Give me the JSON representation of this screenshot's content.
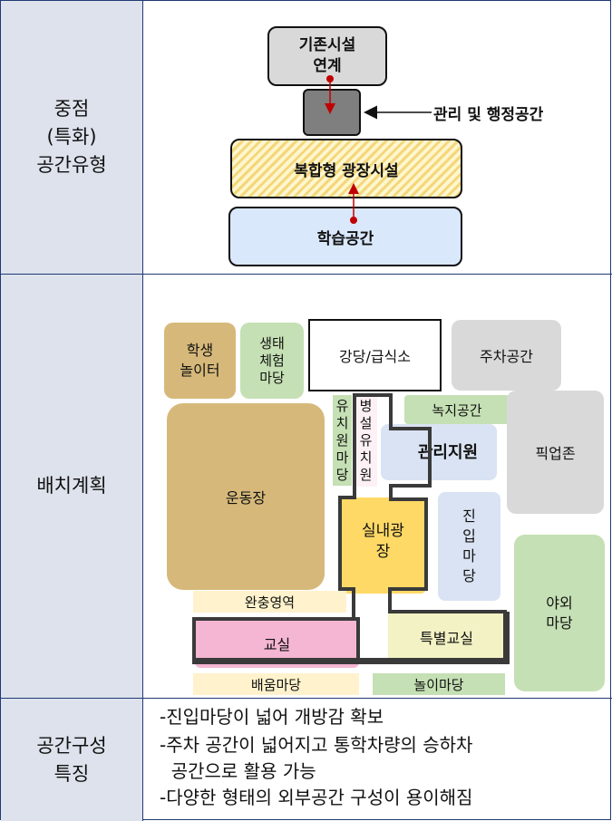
{
  "rows": {
    "type_label": "중점\n(특화)\n공간유형",
    "layout_label": "배치계획",
    "feature_label": "공간구성\n특징"
  },
  "type_diagram": {
    "existing_link": "기존시설\n연계",
    "admin_label": "관리 및 행정공간",
    "plaza": "복합형 광장시설",
    "learning": "학습공간"
  },
  "layout": {
    "student_play": "학생\n놀이터",
    "eco_yard": "생태\n체험\n마당",
    "auditorium": "강당/급식소",
    "parking": "주차공간",
    "kinder_yard": "유\n치\n원\n마\n당",
    "annex_kinder": "병\n설\n유\n치\n원",
    "green_space": "녹지공간",
    "admin_support": "관리지원",
    "pickup_zone": "픽업존",
    "playground": "운동장",
    "indoor_plaza": "실내광\n장",
    "entry_yard": "진\n입\n마\n당",
    "outdoor_yard": "야외\n마당",
    "buffer_zone": "완충영역",
    "classroom": "교실",
    "special_class": "특별교실",
    "learning_yard": "배움마당",
    "play_yard": "놀이마당"
  },
  "features": [
    "-진입마당이 넓어 개방감 확보",
    "-주차 공간이 넓어지고 통학차량의 승하차",
    "  공간으로 활용 가능",
    "-다양한 형태의 외부공간 구성이 용이해짐"
  ],
  "colors": {
    "border": "#1f3a73",
    "label_bg": "#dde2ec",
    "arrow_red": "#c00000",
    "tan": "#d6b97a",
    "green": "#c5e0b4",
    "gray": "#d9d9d9",
    "yellow": "#ffd966",
    "pink": "#f4b6d2",
    "lightblue": "#dae3f3",
    "cream": "#fff2cc",
    "lightyellow": "#f2f2c4"
  }
}
